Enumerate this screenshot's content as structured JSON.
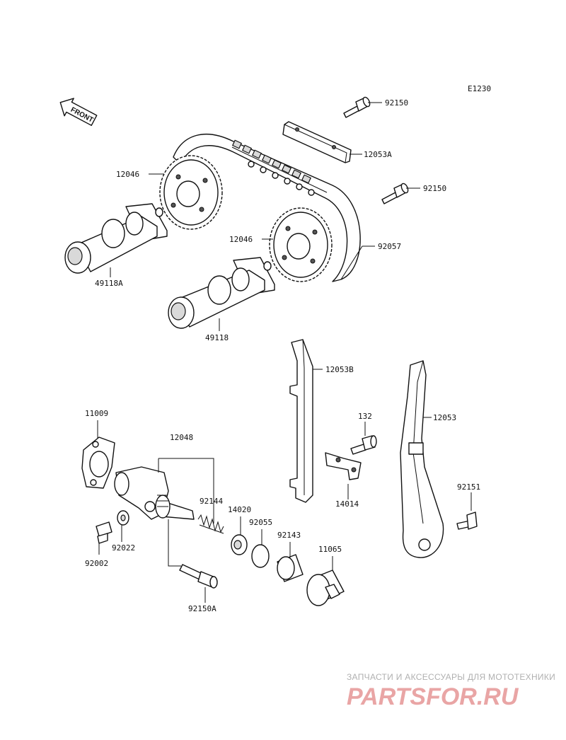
{
  "diagram": {
    "code": "E1230",
    "front_label": "FRONT",
    "watermark": {
      "caption": "ЗАПЧАСТИ И АКСЕССУАРЫ ДЛЯ МОТОТЕХНИКИ",
      "logo": "PARTSFOR.RU"
    },
    "parts": [
      {
        "id": "p1",
        "number": "92150"
      },
      {
        "id": "p2",
        "number": "12053A"
      },
      {
        "id": "p3",
        "number": "12046"
      },
      {
        "id": "p4",
        "number": "92150"
      },
      {
        "id": "p5",
        "number": "12046"
      },
      {
        "id": "p6",
        "number": "92057"
      },
      {
        "id": "p7",
        "number": "49118A"
      },
      {
        "id": "p8",
        "number": "49118"
      },
      {
        "id": "p9",
        "number": "12053B"
      },
      {
        "id": "p10",
        "number": "11009"
      },
      {
        "id": "p11",
        "number": "12048"
      },
      {
        "id": "p12",
        "number": "132"
      },
      {
        "id": "p13",
        "number": "12053"
      },
      {
        "id": "p14",
        "number": "92144"
      },
      {
        "id": "p15",
        "number": "14020"
      },
      {
        "id": "p16",
        "number": "92055"
      },
      {
        "id": "p17",
        "number": "92143"
      },
      {
        "id": "p18",
        "number": "11065"
      },
      {
        "id": "p19",
        "number": "14014"
      },
      {
        "id": "p20",
        "number": "92151"
      },
      {
        "id": "p21",
        "number": "92022"
      },
      {
        "id": "p22",
        "number": "92002"
      },
      {
        "id": "p23",
        "number": "92150A"
      }
    ]
  }
}
